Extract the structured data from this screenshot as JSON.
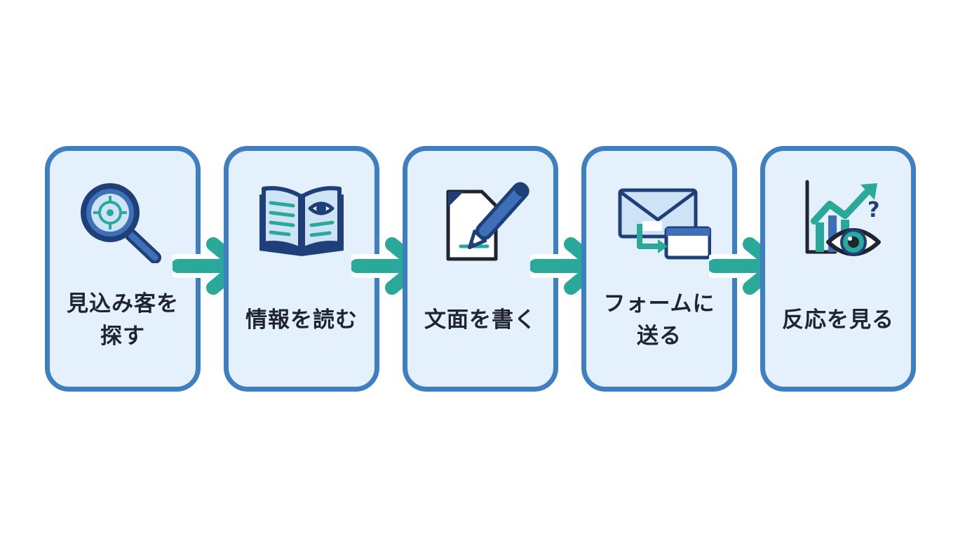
{
  "colors": {
    "box_border": "#3f7ebf",
    "box_fill": "#e4f0fb",
    "arrow": "#2aa89a",
    "icon_navy": "#1f3f78",
    "icon_blue": "#3f6fb8",
    "icon_teal": "#2aa89a",
    "text": "#1f2430"
  },
  "steps": [
    {
      "label": "見込み客を探す",
      "icon": "magnifier-target-icon"
    },
    {
      "label": "情報を読む",
      "icon": "open-book-eye-icon"
    },
    {
      "label": "文面を書く",
      "icon": "document-pen-icon"
    },
    {
      "label": "フォームに送る",
      "icon": "envelope-form-icon"
    },
    {
      "label": "反応を見る",
      "icon": "chart-eye-icon"
    }
  ],
  "arrows": [
    "arrow-right-icon",
    "arrow-right-icon",
    "arrow-right-icon",
    "arrow-right-icon"
  ]
}
